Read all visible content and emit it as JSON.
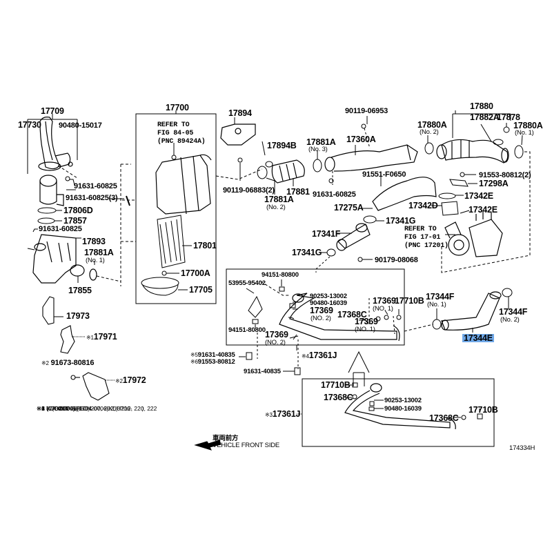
{
  "diagram": {
    "figure_id": "174334H",
    "highlighted_part": "17344E",
    "highlight_color": "#6fa8e8",
    "direction": {
      "jp": "車両前方",
      "en": "VEHICLE FRONT SIDE"
    },
    "refer_notes": [
      {
        "lines": [
          "REFER TO",
          "FIG 84-05",
          "(PNC 89424A)"
        ]
      },
      {
        "lines": [
          "REFER TO",
          "FIG 17-01",
          "(PNC 17201)"
        ]
      }
    ],
    "labels": {
      "l17709": "17709",
      "l17730": "17730",
      "l90480_15017": "90480-15017",
      "l91631_60825_a": "91631-60825",
      "l91631_60825_3": "91631-60825(3)",
      "l17806D": "17806D",
      "l17857": "17857",
      "l91631_60825_b": "91631-60825",
      "l17893": "17893",
      "l17881A_1": "17881A",
      "l17881A_1_sub": "(No. 1)",
      "l17855": "17855",
      "l17973": "17973",
      "l17971": "17971",
      "l17971_pfx": "※1",
      "l91673_80816": "91673-80816",
      "l91673_80816_pfx": "※2",
      "l17972": "17972",
      "l17972_pfx": "※2",
      "l17700": "17700",
      "l17801": "17801",
      "l17700A": "17700A",
      "l17705": "17705",
      "l17894": "17894",
      "l17894B": "17894B",
      "l90119_06883": "90119-06883(2)",
      "l17881A_2": "17881A",
      "l17881A_2_sub": "(No. 2)",
      "l17881": "17881",
      "l17881A_3": "17881A",
      "l17881A_3_sub": "(No. 3)",
      "l91631_60825_c": "91631-60825",
      "l90119_06953": "90119-06953",
      "l17360A": "17360A",
      "l91551_F0650": "91551-F0650",
      "l17275A": "17275A",
      "l17341G_a": "17341G",
      "l17341F": "17341F",
      "l17341G_b": "17341G",
      "l90179_08068": "90179-08068",
      "l17880": "17880",
      "l17880A_2": "17880A",
      "l17880A_2_sub": "(No. 2)",
      "l17882A": "17882A",
      "l17878": "17878",
      "l17880A_1": "17880A",
      "l17880A_1_sub": "(No. 1)",
      "l91553_80812": "91553-80812(2)",
      "l17298A": "17298A",
      "l17342D": "17342D",
      "l17342E": "17342E",
      "l94151_80800_a": "94151-80800",
      "l53955_95402": "53955-95402",
      "l90253_13002_a": "90253-13002",
      "l90480_16039_a": "90480-16039",
      "l17369_n2a": "17369",
      "l17369_n2a_sub": "(NO. 2)",
      "l94151_80800_b": "94151-80800",
      "l17369_n2b": "17369",
      "l17369_n2b_sub": "(NO. 2)",
      "l17369_n1a": "17369",
      "l17369_n1a_sub": "(NO. 1)",
      "l17710B_a": "17710B",
      "l17368C_a": "17368C",
      "l17369_n1b": "17369",
      "l17369_n1b_sub": "(NO. 1)",
      "l17361J_4": "17361J",
      "l17361J_4_pfx": "※4",
      "l17344F_1": "17344F",
      "l17344F_1_sub": "(No. 1)",
      "l17344F_2": "17344F",
      "l17344F_2_sub": "(No. 2)",
      "l17344E": "17344E",
      "l91631_40835_5": "91631-40835",
      "l91631_40835_5_pfx": "※5",
      "l91553_80812_6": "91553-80812",
      "l91553_80812_6_pfx": "※6",
      "l91631_40835": "91631-40835",
      "l17361J_3": "17361J",
      "l17361J_3_pfx": "※3",
      "l17710B_b": "17710B",
      "l17368C_b": "17368C",
      "l90253_13002_b": "90253-13002",
      "l90480_16039_b": "90480-16039",
      "l17368C_c": "17368C",
      "l17710B_c": "17710B"
    },
    "footnotes": [
      "※1 W(COLD SPEC)",
      "※2 KDH20#",
      "※3 (      -0704);(0704-0706)KDH212, 220, 222",
      "※4 (0704-0706)KDH200, 202;(0706-      )",
      "※5 (      -0709)",
      "※6 (0709-      )"
    ]
  }
}
